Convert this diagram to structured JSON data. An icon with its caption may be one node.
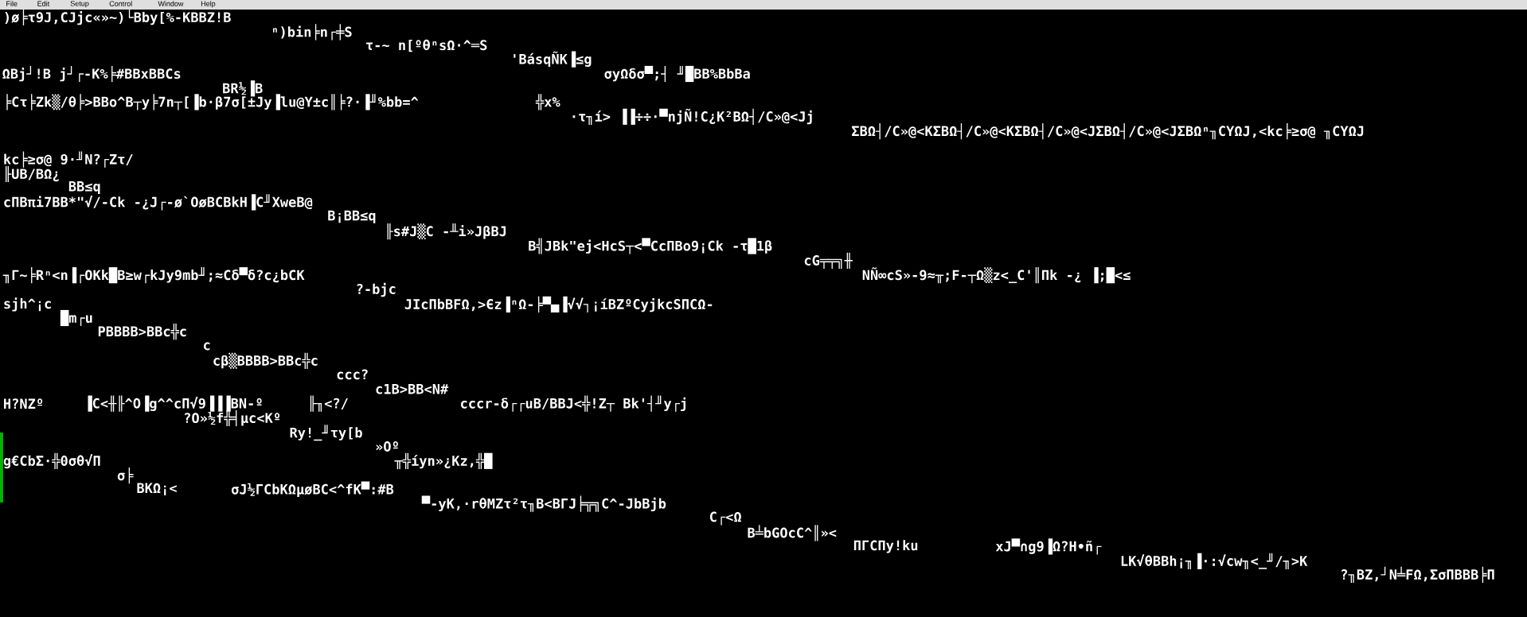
{
  "diagram": {
    "labels": [
      "File",
      "Edit",
      "Setup",
      "Control",
      "Window",
      "Help",
      ")ø╞τ9J,CJjc«»~)└Bby[%-KBBZ!B",
      "ⁿ)bin╞n┌╪S",
      "τ-~ n[ºθⁿsΩ·^═S",
      "'BásqÑK▐≤g",
      "ΩBj┘!B   j┘┌-K%╞#BBxBBCs",
      "σyΩδσ▀;┤ ╜█BB%BbBa",
      "BR½▐B",
      "╞Cτ╞Zk▒/θ╞>BBo^B┬y╞7n┬[▐b·β7σ[±Jy▐lu@Y±c║╞?·▐╜%bb=^",
      "╬x%",
      "·τ╖í> ▐▐÷÷·▀njÑ!C¿K²BΩ┤/C»@<Jj",
      "ΣBΩ┤/C»@<KΣBΩ┤/C»@<KΣBΩ┤/C»@<JΣBΩ┤/C»@<JΣBΩⁿ╖CYΩJ,<kc╞≥σ@ ╖CYΩJ",
      "kc╞≥σ@  9·╜N?┌Zτ/",
      "╟UB/BΩ¿",
      "BB≤q",
      "cΠBπi7BB*\"√/-Ck -¿J┌-ø`OøBCBkH▐C╜XweB@",
      "B¡BB≤q",
      "╟s#J▒C -╨i»JβBJ",
      "B╣JBk\"ej<HcS┬<▀CcΠBo9¡Ck -τ█1β",
      "cG╤╤╗╫",
      "╖Γ~╞Rⁿ<n▐┌OKk█B≥w┌kJy9mb╜;≈Cδ▀δ?c¿bCK",
      "NÑ∞cS»-9≈╥;F-┬Ω▒z<_C'║Πk -¿ ▐;█<≤",
      "?-bjc",
      "sjh^¡c",
      "JIcΠbBFΩ,>Єz▐ⁿΩ-╞▀▄▐√√┐¡íBZºCyjkcSΠCΩ-",
      "█m┌u",
      "PBBBB>BBc╬c",
      "c",
      "cβ▒BBBB>BBc╬c",
      "ccc?",
      "c1B>BB<N#",
      "H?NZº",
      "▐C<╫╟^O▐g^^cΠ√9▐▐▐BN-º",
      "╟╖<?/",
      "cccr-δ┌┌uB/BBJ<╬!Z┬ Bk'┤╜y┌j",
      "?O»½f╬╡µc<Kº",
      "Ry!_╜τy[b",
      "»Oº",
      "g€CbΣ·╬0σθ√Π",
      "╥╬íyn»¿Kz,╬█",
      "σ╞",
      "BKΩ¡<",
      "σJ½ΓCbKΩµøBC<^fK▀:#B",
      "▀-yK,·rθMZτ²τ╖B<BΓJ╞╦╗C^-JbBjb",
      "C┌<Ω",
      "B╧bGOcC^║»<",
      "ΠΓCΠy!ku",
      "xJ▀∩g9▐Ω?H•ñ┌",
      "LK√θBBh¡╖▐·:√cw╖<_╜/╖>K",
      "?╖BZ,┘N╧FΩ,ΣσΠBBB╞Π"
    ]
  }
}
